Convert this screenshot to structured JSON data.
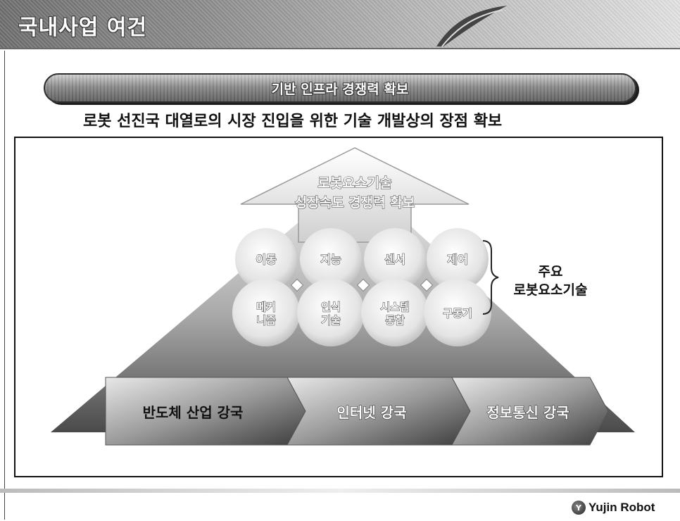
{
  "header": {
    "title": "국내사업 여건"
  },
  "banner": {
    "label": "기반 인프라 경쟁력 확보"
  },
  "subtitle": "로봇 선진국 대열로의 시장 진입을 위한 기술 개발상의 장점 확보",
  "diagram": {
    "arrow_line1": "로봇요소기술",
    "arrow_line2": "성장속도 경쟁력 확보",
    "top_circles": [
      "이동",
      "지능",
      "센서",
      "제어"
    ],
    "bottom_circles": [
      [
        "메커",
        "니즘"
      ],
      [
        "인식",
        "기술"
      ],
      [
        "시스템",
        "통합"
      ],
      [
        "구동기"
      ]
    ],
    "side_label_line1": "주요",
    "side_label_line2": "로봇요소기술",
    "base_arrows": [
      "반도체 산업 강국",
      "인터넷 강국",
      "정보통신 강국"
    ]
  },
  "footer": {
    "company": "Yujin Robot"
  }
}
